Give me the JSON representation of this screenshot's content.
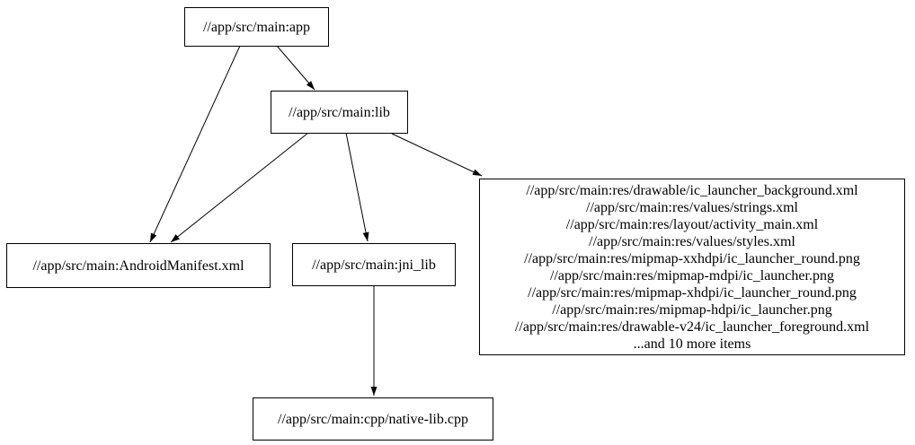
{
  "graph": {
    "colors": {
      "background": "#ffffff",
      "node_border": "#000000",
      "text": "#000000",
      "edge": "#000000"
    },
    "nodes": {
      "app": {
        "label": "//app/src/main:app"
      },
      "lib": {
        "label": "//app/src/main:lib"
      },
      "manifest": {
        "label": "//app/src/main:AndroidManifest.xml"
      },
      "jni_lib": {
        "label": "//app/src/main:jni_lib"
      },
      "native_lib": {
        "label": "//app/src/main:cpp/native-lib.cpp"
      },
      "resources": {
        "lines": [
          "//app/src/main:res/drawable/ic_launcher_background.xml",
          "//app/src/main:res/values/strings.xml",
          "//app/src/main:res/layout/activity_main.xml",
          "//app/src/main:res/values/styles.xml",
          "//app/src/main:res/mipmap-xxhdpi/ic_launcher_round.png",
          "//app/src/main:res/mipmap-mdpi/ic_launcher.png",
          "//app/src/main:res/mipmap-xhdpi/ic_launcher_round.png",
          "//app/src/main:res/mipmap-hdpi/ic_launcher.png",
          "//app/src/main:res/drawable-v24/ic_launcher_foreground.xml",
          "...and 10 more items"
        ]
      }
    },
    "edges": [
      {
        "from": "//app/src/main:app",
        "to": "//app/src/main:AndroidManifest.xml"
      },
      {
        "from": "//app/src/main:app",
        "to": "//app/src/main:lib"
      },
      {
        "from": "//app/src/main:lib",
        "to": "//app/src/main:AndroidManifest.xml"
      },
      {
        "from": "//app/src/main:lib",
        "to": "//app/src/main:jni_lib"
      },
      {
        "from": "//app/src/main:lib",
        "to": "//app/src/main:res (resources group)"
      },
      {
        "from": "//app/src/main:jni_lib",
        "to": "//app/src/main:cpp/native-lib.cpp"
      }
    ]
  }
}
